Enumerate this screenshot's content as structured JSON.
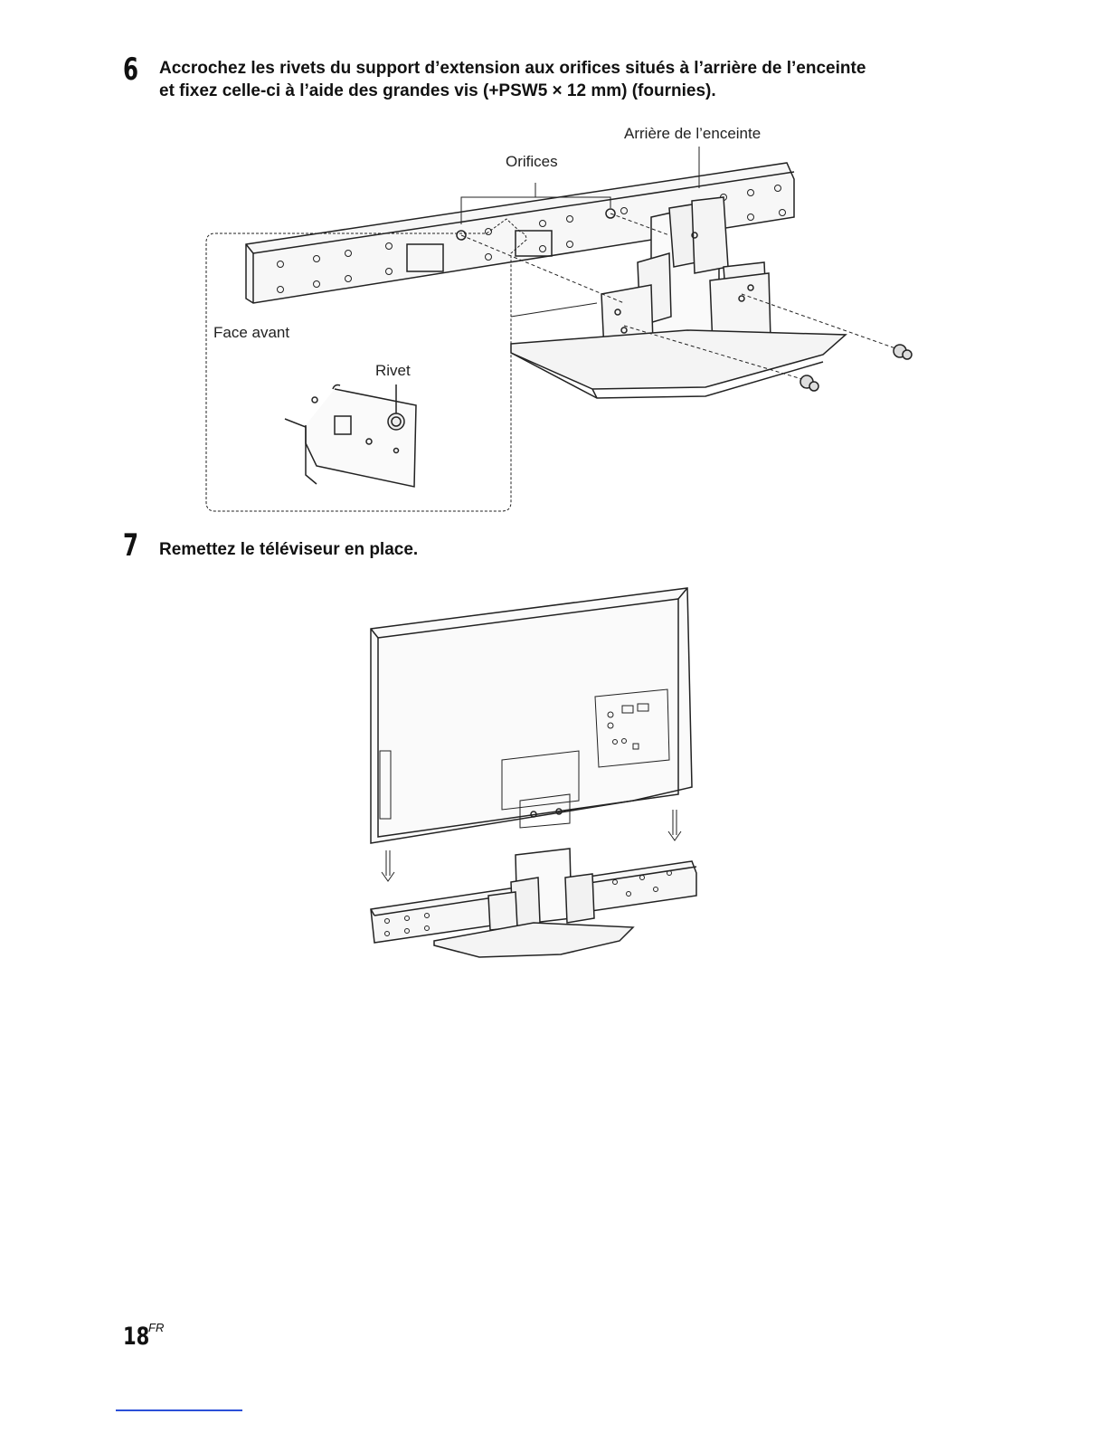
{
  "step6": {
    "number": "6",
    "line1": "Accrochez les rivets du support d’extension aux orifices situés à l’arrière de l’enceinte",
    "line2": "et fixez celle-ci à l’aide des grandes vis (+PSW5 × 12 mm) (fournies).",
    "labels": {
      "rear": "Arrière de l’enceinte",
      "holes": "Orifices",
      "front": "Face avant",
      "rivet": "Rivet"
    }
  },
  "step7": {
    "number": "7",
    "text": "Remettez le téléviseur en place."
  },
  "page": {
    "number": "18",
    "suffix": "FR"
  }
}
